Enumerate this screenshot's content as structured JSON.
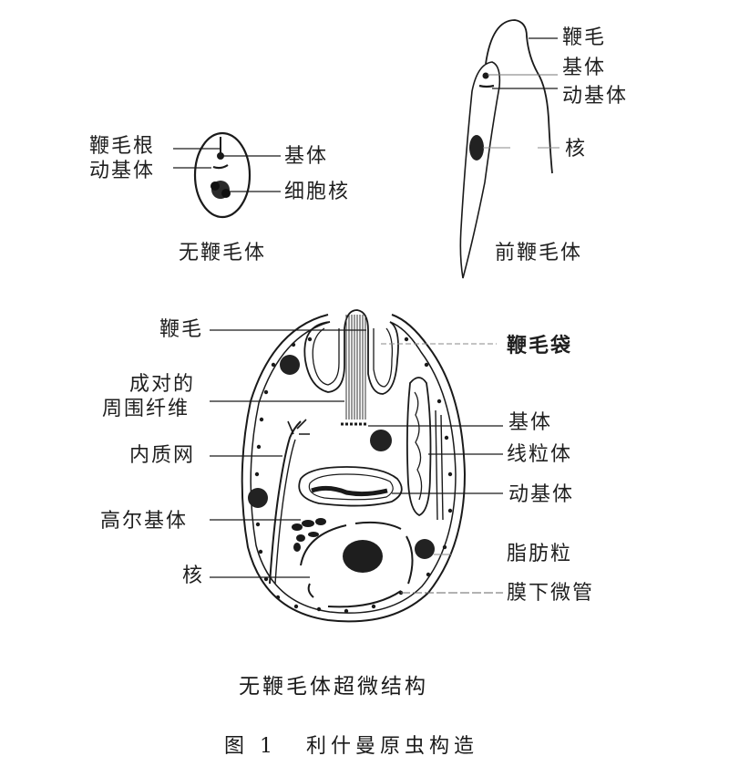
{
  "figure": {
    "number_label": "图 1",
    "title": "利什曼原虫构造"
  },
  "amastigote": {
    "caption": "无鞭毛体",
    "labels": {
      "flagellar_root": "鞭毛根",
      "kinetoplast": "动基体",
      "basal_body": "基体",
      "nucleus": "细胞核"
    }
  },
  "promastigote": {
    "caption": "前鞭毛体",
    "labels": {
      "flagellum": "鞭毛",
      "basal_body": "基体",
      "kinetoplast": "动基体",
      "nucleus": "核"
    }
  },
  "ultrastructure": {
    "caption": "无鞭毛体超微结构",
    "left_labels": {
      "flagellum": "鞭毛",
      "paired_fibers_line1": "成对的",
      "paired_fibers_line2": "周围纤维",
      "er": "内质网",
      "golgi": "高尔基体",
      "nucleus": "核"
    },
    "right_labels": {
      "flagellar_pocket": "鞭毛袋",
      "basal_body": "基体",
      "mitochondrion": "线粒体",
      "kinetoplast": "动基体",
      "lipid_granule": "脂肪粒",
      "subpellicular_microtubules": "膜下微管"
    }
  }
}
